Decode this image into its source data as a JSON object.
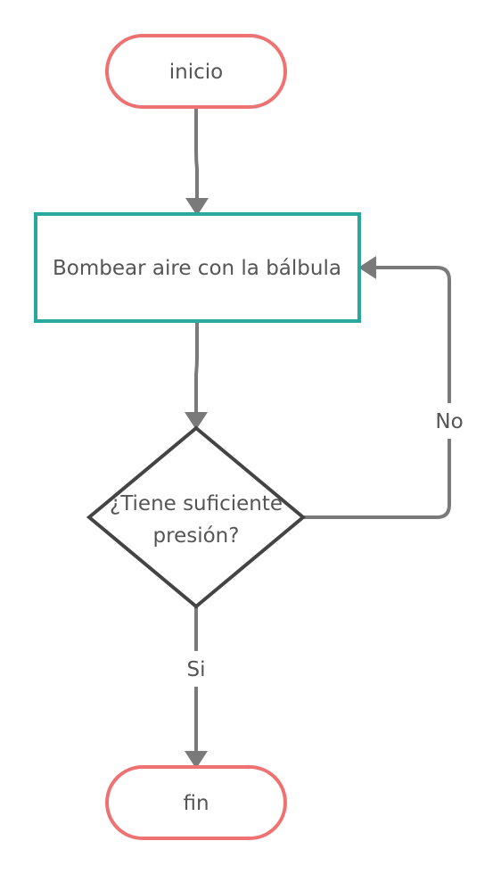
{
  "nodes": {
    "start": {
      "label": "inicio",
      "shape": "terminator"
    },
    "process": {
      "label": "Bombear aire con la bálbula",
      "shape": "process"
    },
    "decision": {
      "label_line1": "¿Tiene suficiente",
      "label_line2": "presión?",
      "shape": "decision"
    },
    "end": {
      "label": "fin",
      "shape": "terminator"
    }
  },
  "edges": {
    "start_to_process": {
      "label": ""
    },
    "process_to_decision": {
      "label": ""
    },
    "decision_no": {
      "label": "No"
    },
    "decision_yes": {
      "label": "Si"
    }
  },
  "colors": {
    "terminator_stroke": "#ee7272",
    "process_stroke": "#2aa8a0",
    "decision_stroke": "#444444",
    "connector": "#7a7a7a",
    "text": "#555555"
  }
}
